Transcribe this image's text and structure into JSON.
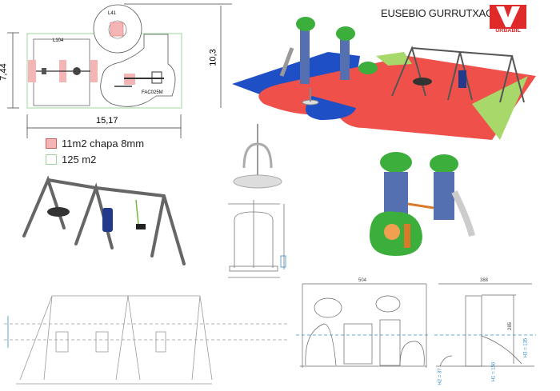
{
  "header": {
    "title": "EUSEBIO GURRUTXAGA",
    "brand": "URBABIL"
  },
  "plan": {
    "labels": {
      "swing": "L104",
      "carousel": "L41",
      "structure": "FAC025M"
    },
    "dimensions": {
      "height": "7,44",
      "total_height": "10,3",
      "width": "15,17"
    },
    "legend": [
      {
        "label": "11m2 chapa 8mm",
        "color": "#f2a0a0"
      },
      {
        "label": "125 m2",
        "color": "#9ed79e"
      }
    ]
  },
  "render": {
    "floor_colors": {
      "blue": "#1f4fc4",
      "red": "#f0504a",
      "green": "#a8d86a"
    }
  },
  "elevation": {
    "front_width": "504",
    "side_width": "388",
    "side_height": "285",
    "h1": "H1 = 150",
    "h2": "H2 = 37",
    "h3": "H3 = 135"
  }
}
